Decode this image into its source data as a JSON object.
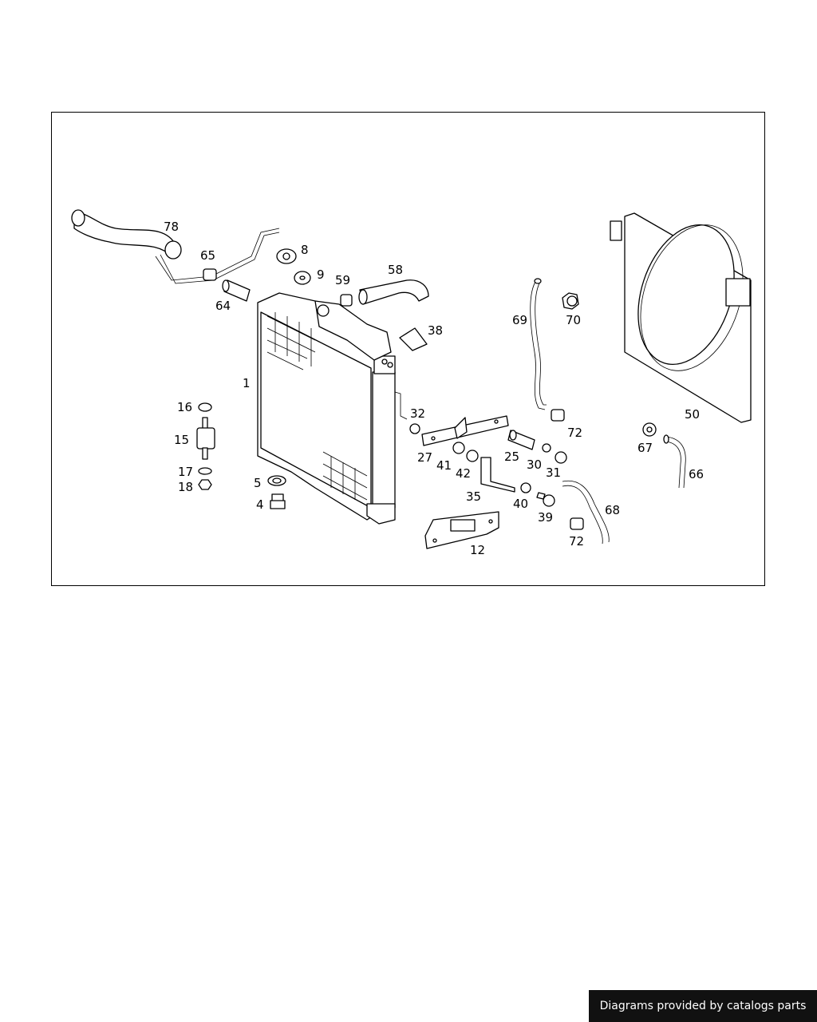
{
  "diagram": {
    "callouts": [
      {
        "id": "c78",
        "text": "78"
      },
      {
        "id": "c65",
        "text": "65"
      },
      {
        "id": "c64",
        "text": "64"
      },
      {
        "id": "c8",
        "text": "8"
      },
      {
        "id": "c9",
        "text": "9"
      },
      {
        "id": "c59",
        "text": "59"
      },
      {
        "id": "c58",
        "text": "58"
      },
      {
        "id": "c38",
        "text": "38"
      },
      {
        "id": "c69",
        "text": "69"
      },
      {
        "id": "c70",
        "text": "70"
      },
      {
        "id": "c1",
        "text": "1"
      },
      {
        "id": "c16",
        "text": "16"
      },
      {
        "id": "c15",
        "text": "15"
      },
      {
        "id": "c17",
        "text": "17"
      },
      {
        "id": "c18",
        "text": "18"
      },
      {
        "id": "c5",
        "text": "5"
      },
      {
        "id": "c4",
        "text": "4"
      },
      {
        "id": "c32",
        "text": "32"
      },
      {
        "id": "c27",
        "text": "27"
      },
      {
        "id": "c41",
        "text": "41"
      },
      {
        "id": "c42",
        "text": "42"
      },
      {
        "id": "c25",
        "text": "25"
      },
      {
        "id": "c30",
        "text": "30"
      },
      {
        "id": "c31",
        "text": "31"
      },
      {
        "id": "c72a",
        "text": "72"
      },
      {
        "id": "c35",
        "text": "35"
      },
      {
        "id": "c40",
        "text": "40"
      },
      {
        "id": "c39",
        "text": "39"
      },
      {
        "id": "c68",
        "text": "68"
      },
      {
        "id": "c72b",
        "text": "72"
      },
      {
        "id": "c12",
        "text": "12"
      },
      {
        "id": "c50",
        "text": "50"
      },
      {
        "id": "c67",
        "text": "67"
      },
      {
        "id": "c66",
        "text": "66"
      }
    ]
  },
  "footer": {
    "credit": "Diagrams provided by catalogs parts"
  }
}
